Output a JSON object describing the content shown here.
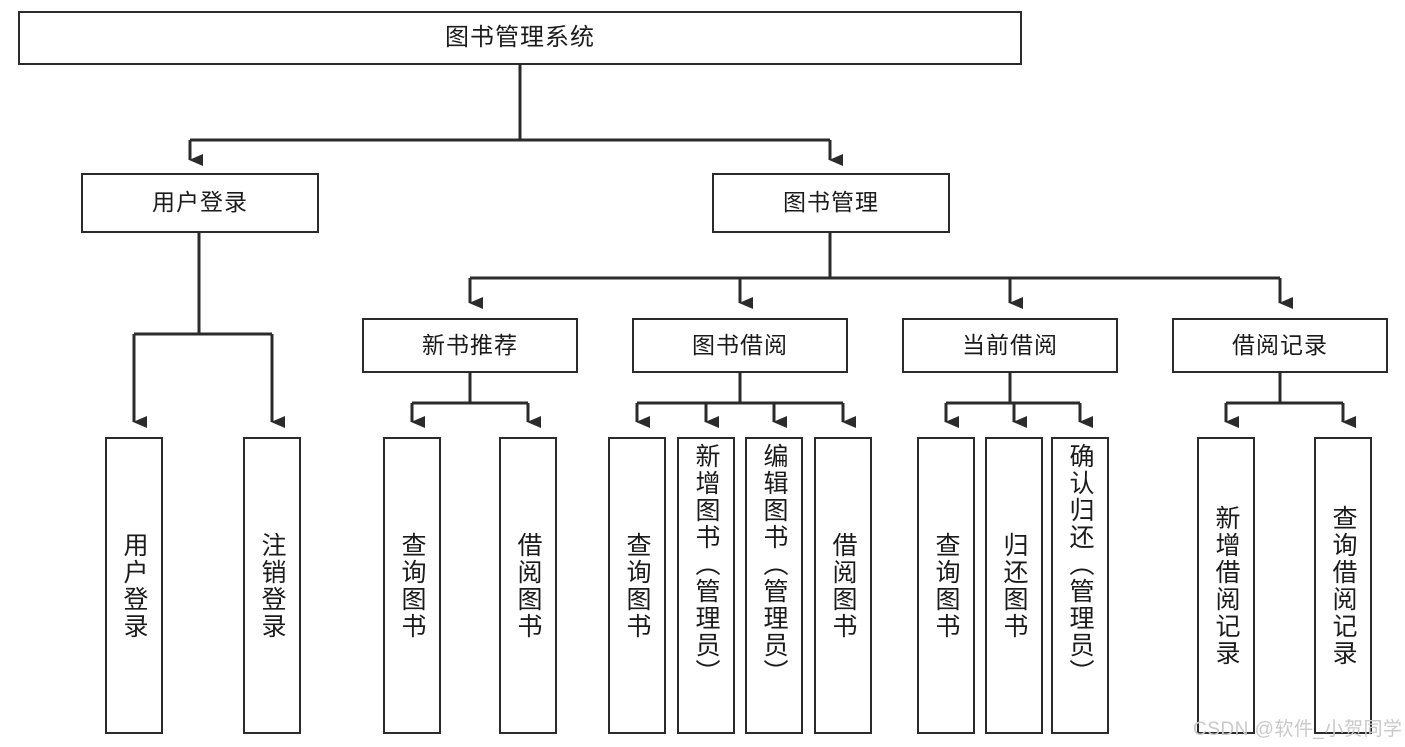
{
  "diagram": {
    "title": "图书管理系统",
    "type": "tree-hierarchy",
    "root": {
      "label": "图书管理系统"
    },
    "level2": [
      {
        "label": "用户登录"
      },
      {
        "label": "图书管理"
      }
    ],
    "level3": [
      {
        "label": "新书推荐"
      },
      {
        "label": "图书借阅"
      },
      {
        "label": "当前借阅"
      },
      {
        "label": "借阅记录"
      }
    ],
    "leaves": {
      "user_login": [
        {
          "label": "用户登录"
        },
        {
          "label": "注销登录"
        }
      ],
      "new_book_recommend": [
        {
          "label": "查询图书"
        },
        {
          "label": "借阅图书"
        }
      ],
      "book_borrow": [
        {
          "label": "查询图书"
        },
        {
          "label": "新增图书（管理员）"
        },
        {
          "label": "编辑图书（管理员）"
        },
        {
          "label": "借阅图书"
        }
      ],
      "current_borrow": [
        {
          "label": "查询图书"
        },
        {
          "label": "归还图书"
        },
        {
          "label": "确认归还（管理员）"
        }
      ],
      "borrow_record": [
        {
          "label": "新增借阅记录"
        },
        {
          "label": "查询借阅记录"
        }
      ]
    }
  },
  "watermark": {
    "text": "CSDN @软件_小贺同学"
  },
  "colors": {
    "stroke": "#2b2b2b",
    "box_fill": "#ffffff",
    "text": "#1b1b1b",
    "watermark": "#c9c9c9",
    "background": "#ffffff"
  }
}
